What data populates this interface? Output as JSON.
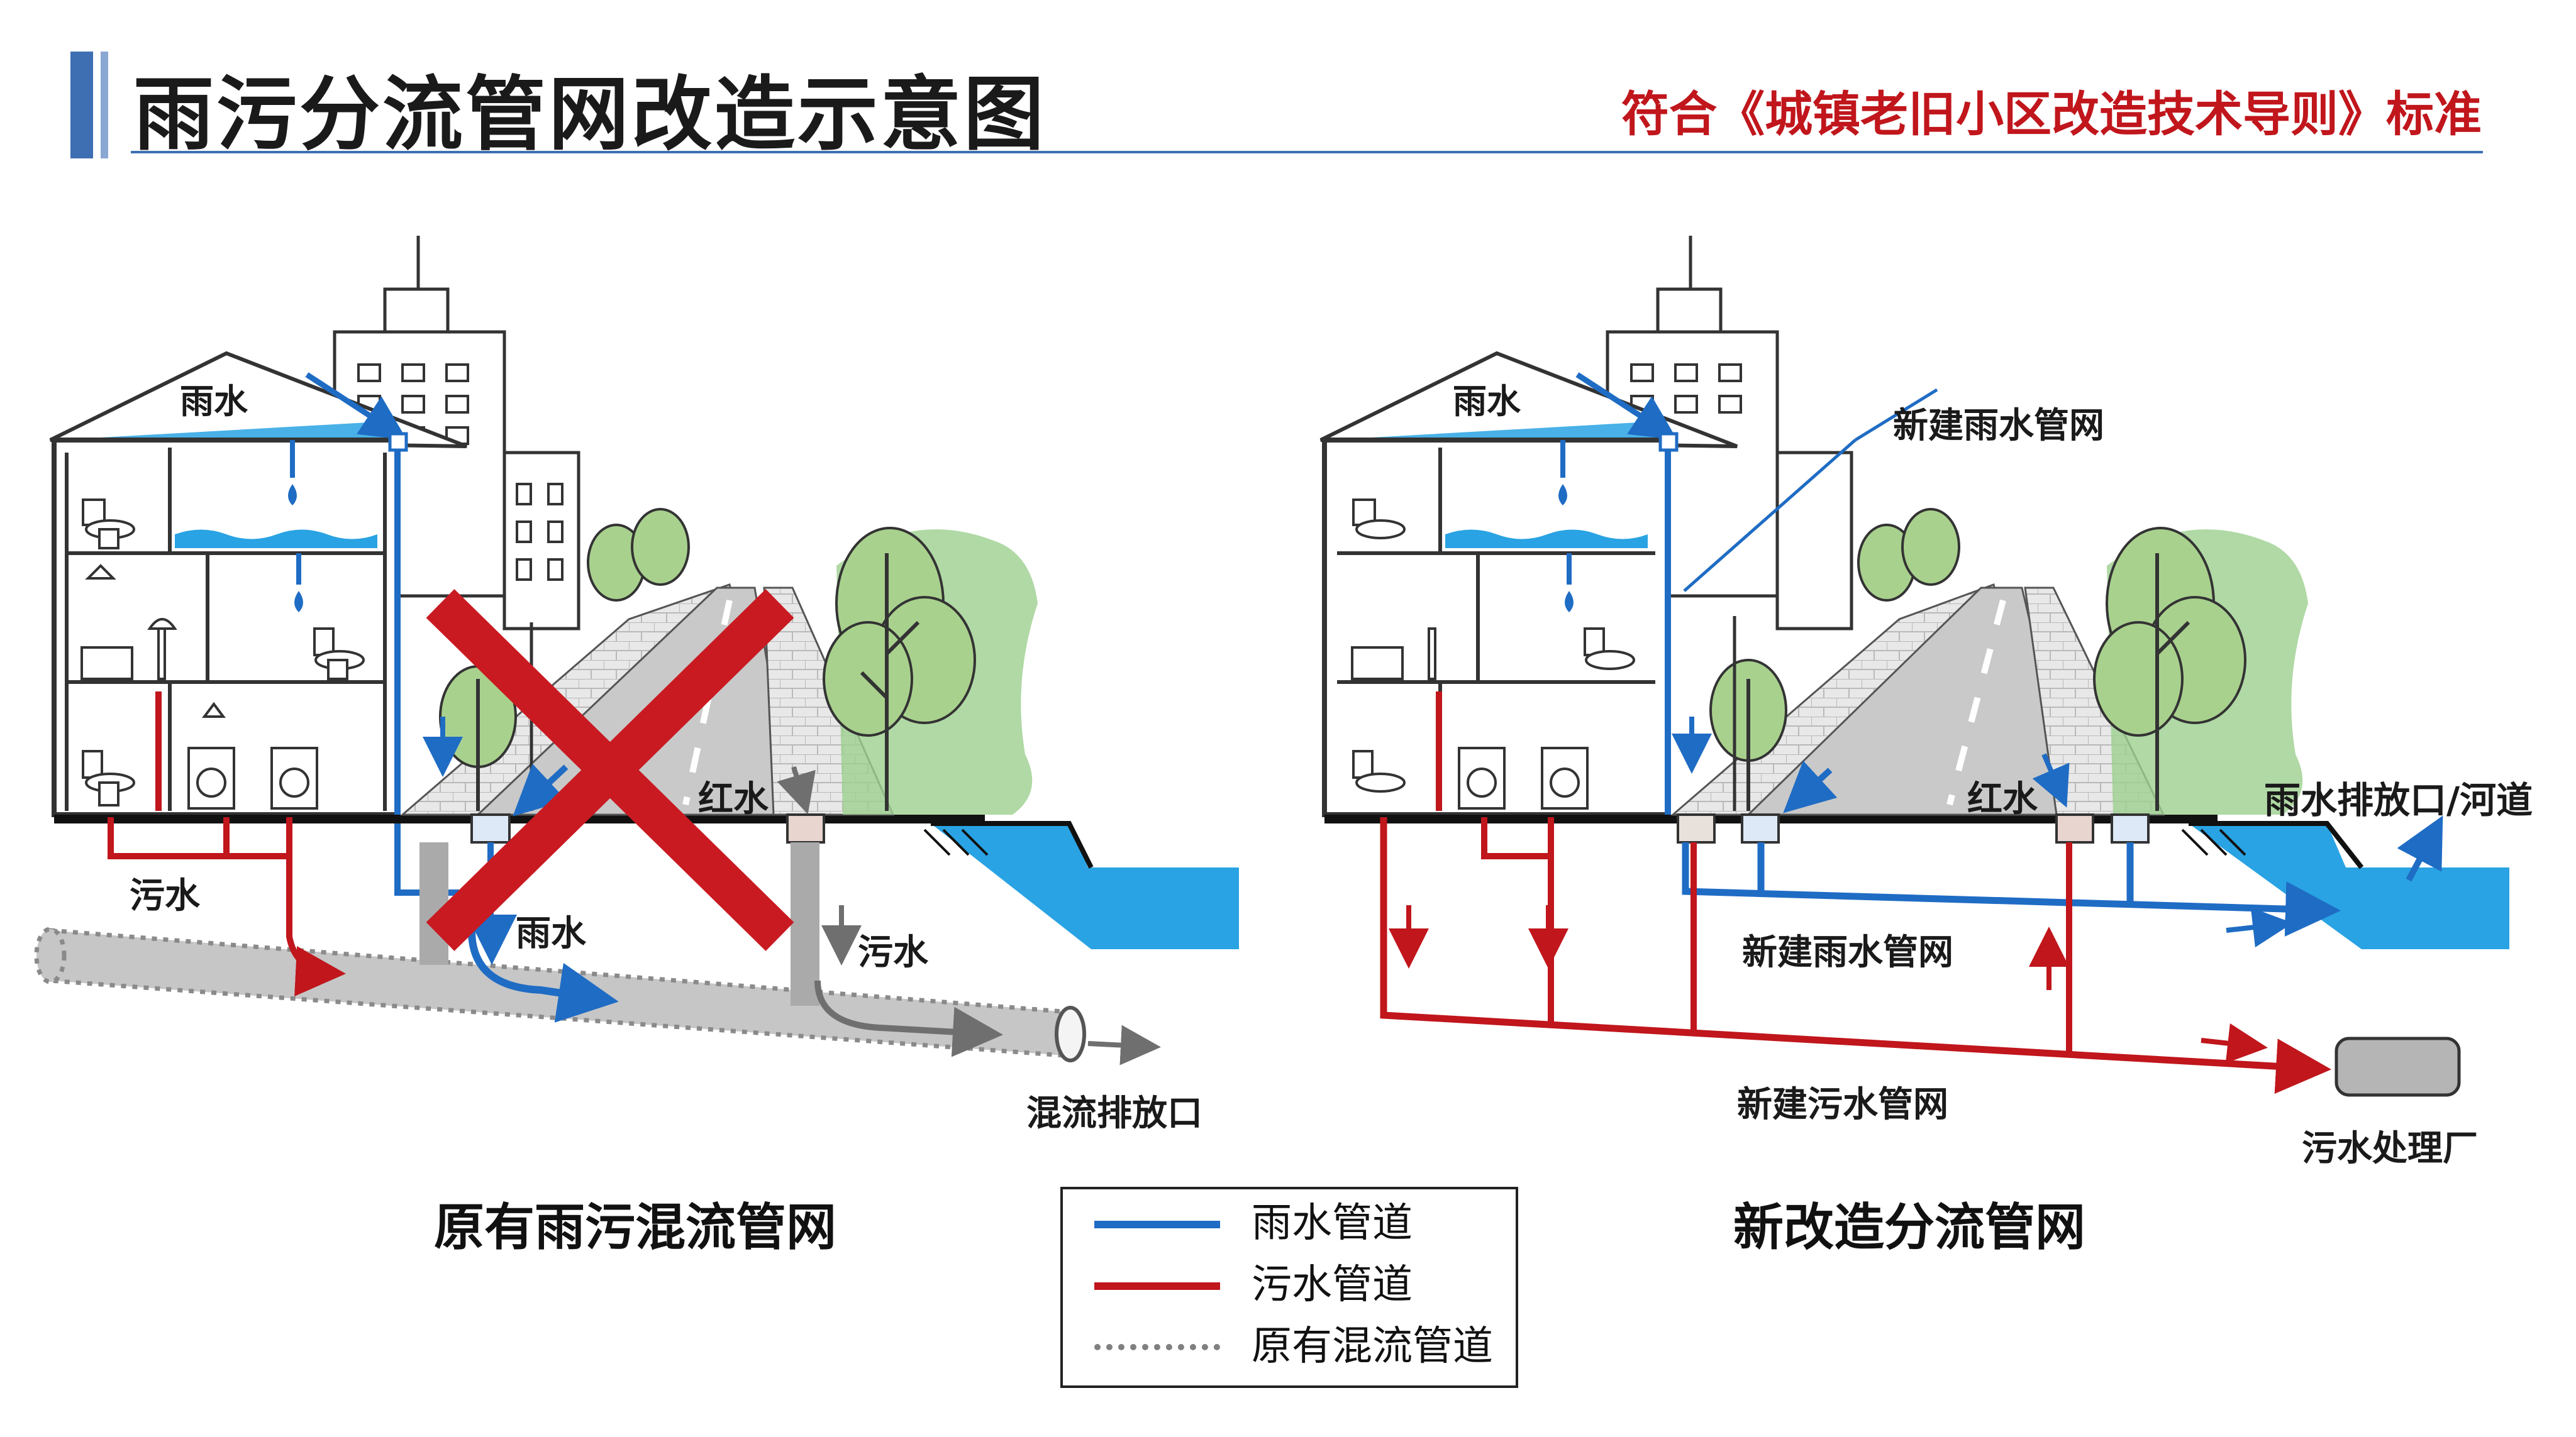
{
  "header": {
    "title": "雨污分流管网改造示意图",
    "subtitle": "符合《城镇老旧小区改造技术导则》标准"
  },
  "left": {
    "caption": "原有雨污混流管网",
    "roof_label": "雨水",
    "sewage_label": "污水",
    "rain_label": "雨水",
    "red_water_label": "红水",
    "sewage_label_2": "污水",
    "outlet_label": "混流排放口"
  },
  "right": {
    "caption": "新改造分流管网",
    "roof_label": "雨水",
    "new_rain_network_top": "新建雨水管网",
    "red_water_label": "红水",
    "rain_outlet_label": "雨水排放口/河道",
    "new_rain_network": "新建雨水管网",
    "new_sewage_network": "新建污水管网",
    "treatment_plant": "污水处理厂"
  },
  "legend": {
    "items": [
      {
        "label": "雨水管道",
        "color": "#1f6cc4",
        "style": "solid"
      },
      {
        "label": "污水管道",
        "color": "#c0161c",
        "style": "solid"
      },
      {
        "label": "原有混流管道",
        "color": "#808080",
        "style": "dotted"
      }
    ]
  },
  "colors": {
    "rain": "#1f6cc4",
    "sewage": "#c0161c",
    "combined": "#9a9a9a",
    "accent": "#3e6fb3",
    "water": "#29a3e3"
  }
}
